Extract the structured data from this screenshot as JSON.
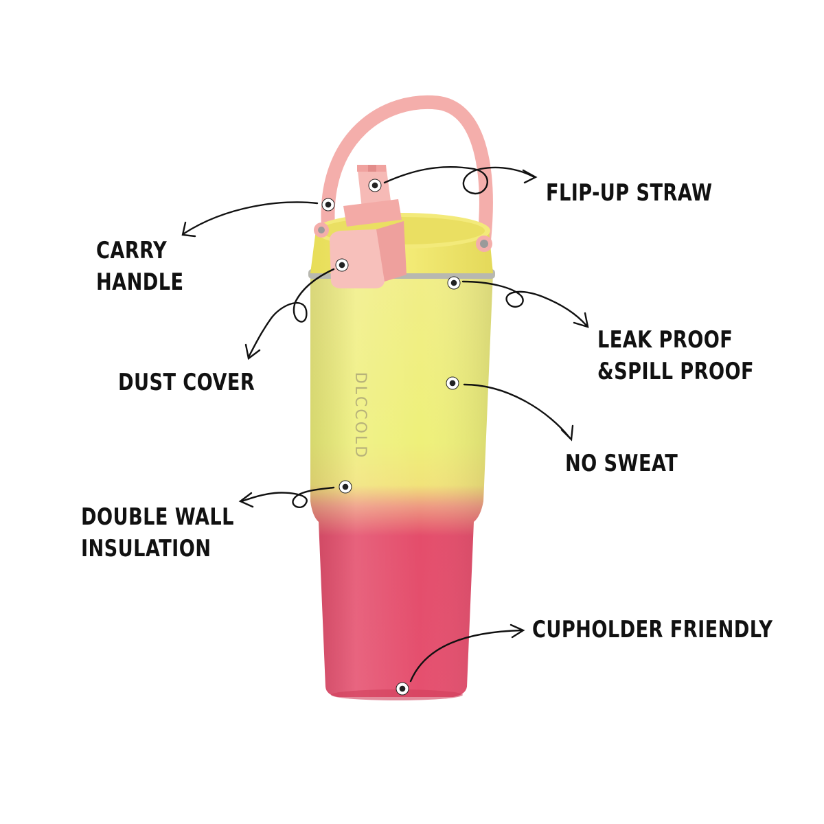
{
  "product": {
    "brand_mark": "DLCCOLD",
    "colors": {
      "body_top": "#f1f07f",
      "body_bottom": "#e4476a",
      "lid": "#f2e66a",
      "handle": "#f5b1ad",
      "ink": "#111111"
    }
  },
  "callouts": {
    "flip_up_straw": "FLIP-UP STRAW",
    "carry_handle": [
      "CARRY",
      "HANDLE"
    ],
    "dust_cover": "DUST COVER",
    "leak_proof": [
      "LEAK PROOF",
      "&SPILL PROOF"
    ],
    "no_sweat": "NO SWEAT",
    "double_wall": [
      "DOUBLE WALL",
      "INSULATION"
    ],
    "cupholder": "CUPHOLDER FRIENDLY"
  }
}
